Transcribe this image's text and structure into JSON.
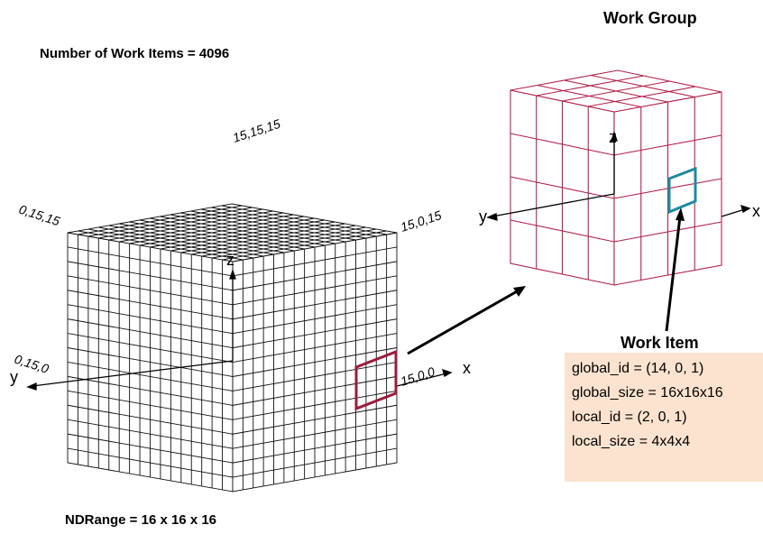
{
  "texts": {
    "num_items": "Number of Work Items = 4096",
    "ndrange": "NDRange = 16 x 16 x 16",
    "work_group": "Work Group",
    "work_item": "Work Item",
    "corner_top": "15,15,15",
    "corner_left": "0,15,15",
    "corner_right": "15,0,15",
    "corner_bottom_left": "0,15,0",
    "corner_bottom_right": "15,0,0",
    "axis_x": "x",
    "axis_y": "y",
    "axis_z": "z"
  },
  "info": {
    "global_id": "global_id = (14, 0, 1)",
    "global_size": "global_size = 16x16x16",
    "local_id": "local_id = (2, 0, 1)",
    "local_size": "local_size = 4x4x4"
  },
  "colors": {
    "grid_big": "#111111",
    "grid_small": "#b2224a",
    "highlight_big": "#9b1b3b",
    "highlight_small": "#1f8aa0",
    "info_bg": "#fbe3cf"
  },
  "grid": {
    "big_divisions": 16,
    "small_divisions": 4
  }
}
